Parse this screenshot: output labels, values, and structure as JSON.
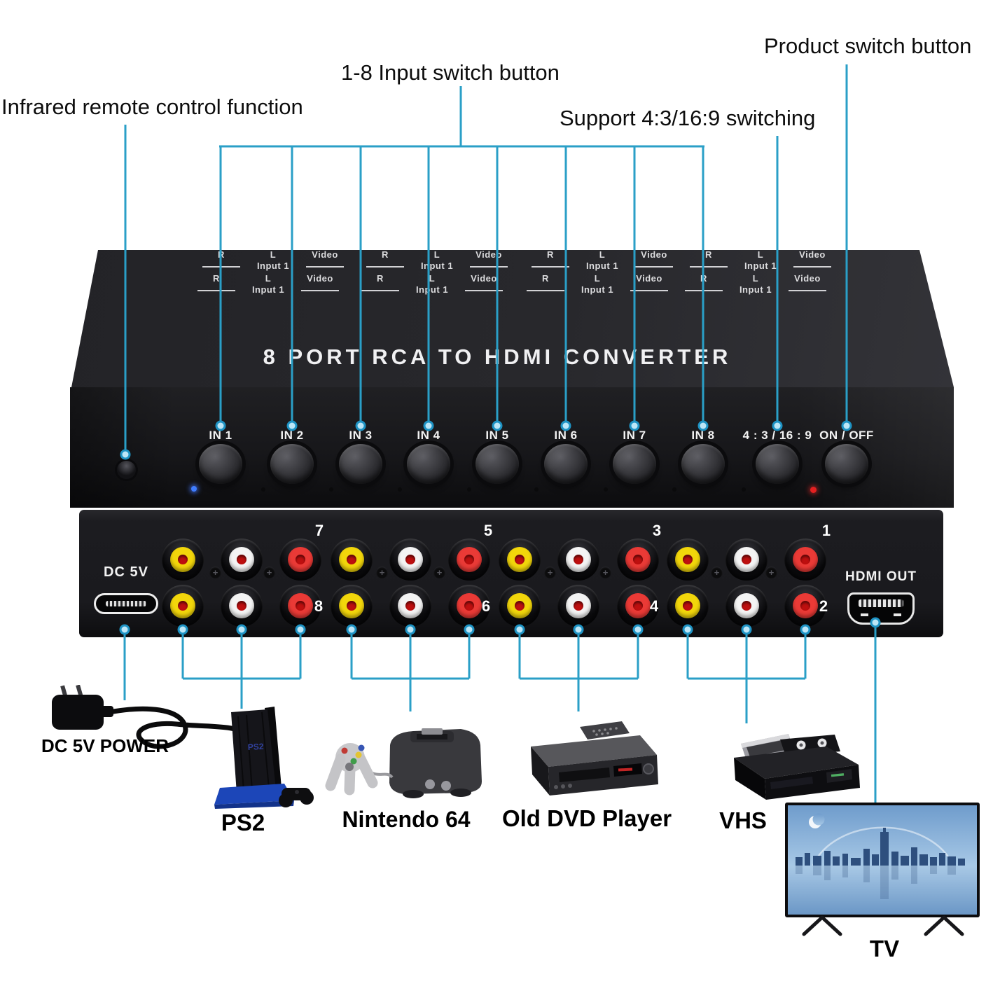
{
  "annotations": {
    "infrared": "Infrared remote control function",
    "input_switch": "1-8 Input switch button",
    "aspect_switch": "Support 4:3/16:9 switching",
    "product_switch": "Product switch button"
  },
  "top_panel": {
    "title": "8 PORT RCA TO HDMI CONVERTER",
    "channel": {
      "r": "R",
      "l": "L",
      "video": "Video",
      "input": "Input 1"
    }
  },
  "front_panel": {
    "buttons": [
      "IN 1",
      "IN 2",
      "IN 3",
      "IN 4",
      "IN 5",
      "IN 6",
      "IN 7",
      "IN 8",
      "4 : 3 / 16 : 9",
      "ON / OFF"
    ]
  },
  "rear_panel": {
    "dc_label": "DC 5V",
    "hdmi_label": "HDMI OUT",
    "top_numbers": [
      "7",
      "5",
      "3",
      "1"
    ],
    "bottom_numbers": [
      "8",
      "6",
      "4",
      "2"
    ]
  },
  "devices": {
    "power": "DC 5V POWER",
    "ps2": "PS2",
    "n64": "Nintendo 64",
    "dvd": "Old DVD Player",
    "vhs": "VHS",
    "tv": "TV"
  },
  "colors": {
    "line": "#2a9fc7",
    "dot_fill": "#bce6f7",
    "dot_stroke": "#1e93c4",
    "led_blue": "#3f7dff",
    "led_red": "#e42020",
    "rca_yellow": "#f2d60b",
    "rca_white": "#f4f4f4",
    "rca_red": "#ea3a36"
  }
}
